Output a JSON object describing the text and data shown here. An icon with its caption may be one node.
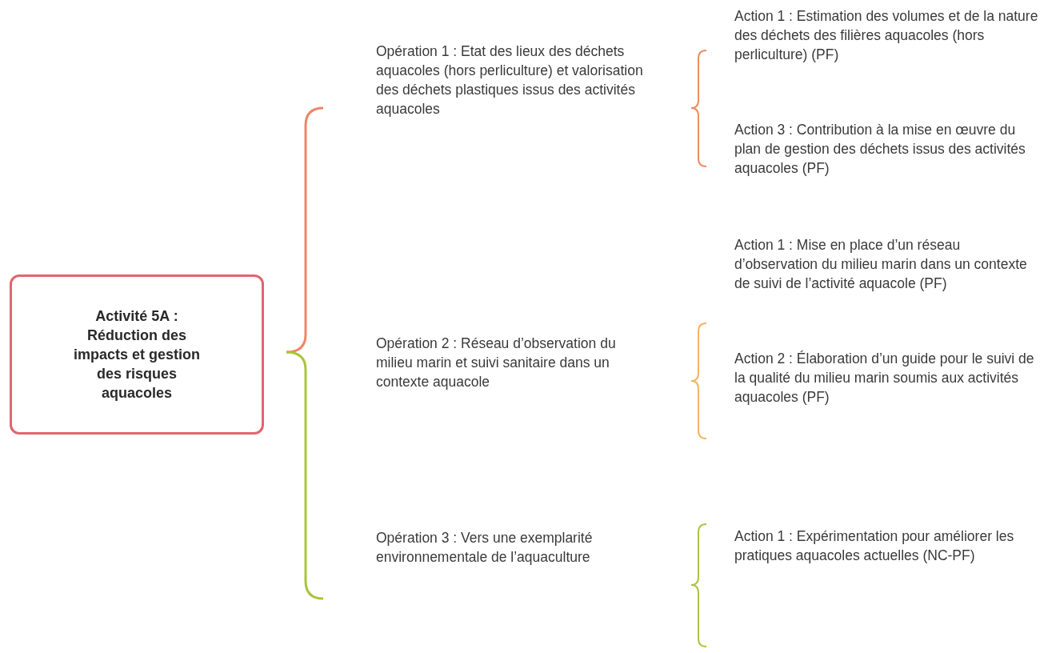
{
  "diagram": {
    "nodes": [
      {
        "text": [
          "Activité 5A : Réduction des impacts et gestion des risques aquacoles"
        ]
      }
    ],
    "labels": [
      "Opération 1 : Etat des lieux des déchets aquacoles (hors perliculture) et valorisation des déchets plastiques issus des activités aquacoles",
      "Action 1 : Estimation des volumes et de la nature des déchets des filières aquacoles (hors perliculture) (PF)",
      "Action 3 : Contribution à la mise en œuvre du plan de gestion des déchets issus des activités aquacoles (PF)",
      "Opération 2 : Réseau d’observation du milieu marin et suivi sanitaire dans un contexte aquacole",
      "Action 1 : Mise en place d’un réseau d’observation du milieu marin dans un contexte de suivi de l’activité aquacole (PF)",
      "Action 2 : Élaboration d’un guide pour le suivi de la qualité du milieu marin soumis aux activités aquacoles (PF)",
      "Opération 3 : Vers une exemplarité environnementale de l’aquaculture",
      "Action 1 : Expérimentation pour améliorer les pratiques aquacoles actuelles (NC-PF)"
    ]
  }
}
